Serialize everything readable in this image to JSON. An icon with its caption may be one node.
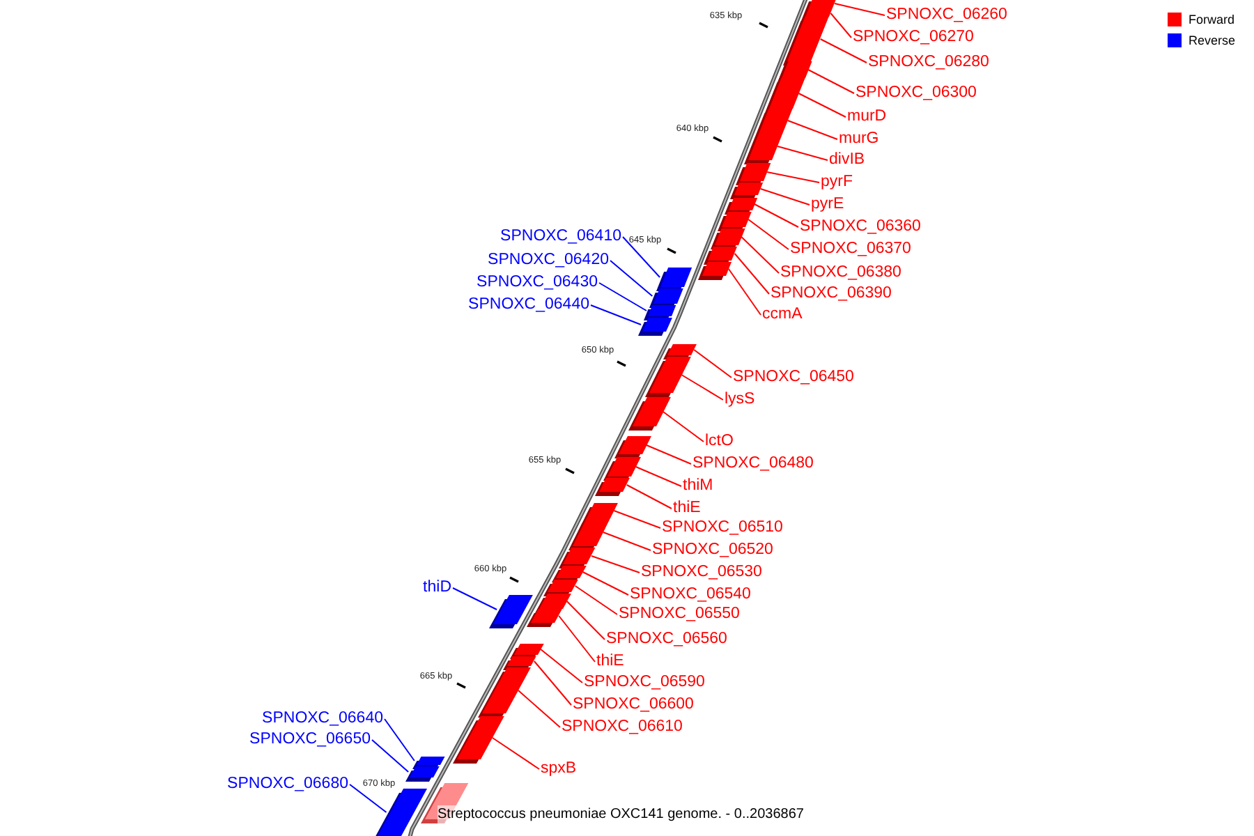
{
  "diagram": {
    "caption": "Streptococcus pneumoniae OXC141 genome. - 0..2036867",
    "nodes": [
      {
        "text": [
          "SPNOXC_06260"
        ]
      },
      {
        "text": [],
        "shape": "box"
      },
      {
        "text": [
          "SPNOXC_06270"
        ]
      },
      {
        "text": [],
        "shape": "box"
      },
      {
        "text": [
          "SPNOXC_06280"
        ]
      },
      {
        "text": [],
        "shape": "box"
      },
      {
        "text": [
          "SPNOXC_06300"
        ]
      },
      {
        "text": [],
        "shape": "box"
      },
      {
        "text": [
          "murD"
        ]
      },
      {
        "text": [],
        "shape": "box"
      },
      {
        "text": [
          "murG"
        ]
      },
      {
        "text": [],
        "shape": "box"
      },
      {
        "text": [
          "divIB"
        ]
      },
      {
        "text": [],
        "shape": "box"
      },
      {
        "text": [
          "pyrF"
        ]
      },
      {
        "text": [],
        "shape": "box"
      },
      {
        "text": [
          "pyrE"
        ]
      },
      {
        "text": [],
        "shape": "box"
      },
      {
        "text": [
          "SPNOXC_06360"
        ]
      },
      {
        "text": [],
        "shape": "box"
      },
      {
        "text": [
          "SPNOXC_06410"
        ]
      },
      {
        "text": [],
        "shape": "box"
      },
      {
        "text": [
          "SPNOXC_06370"
        ]
      },
      {
        "text": [],
        "shape": "box"
      },
      {
        "text": [
          "SPNOXC_06420"
        ]
      },
      {
        "text": [],
        "shape": "box"
      },
      {
        "text": [
          "SPNOXC_06380"
        ]
      },
      {
        "text": [],
        "shape": "box"
      },
      {
        "text": [
          "SPNOXC_06430"
        ]
      },
      {
        "text": [],
        "shape": "box"
      },
      {
        "text": [
          "SPNOXC_06390"
        ]
      },
      {
        "text": [],
        "shape": "box"
      },
      {
        "text": [
          "SPNOXC_06440"
        ]
      },
      {
        "text": [],
        "shape": "box"
      },
      {
        "text": [
          "ccmA"
        ]
      },
      {
        "text": [],
        "shape": "box"
      },
      {
        "text": [
          "SPNOXC_06450"
        ]
      },
      {
        "text": [],
        "shape": "box"
      },
      {
        "text": [
          "lysS"
        ]
      },
      {
        "text": [],
        "shape": "box"
      },
      {
        "text": [
          "lctO"
        ]
      },
      {
        "text": [],
        "shape": "box"
      },
      {
        "text": [
          "SPNOXC_06480"
        ]
      },
      {
        "text": [],
        "shape": "box"
      },
      {
        "text": [
          "thiM"
        ]
      },
      {
        "text": [],
        "shape": "box"
      },
      {
        "text": [
          "thiE"
        ]
      },
      {
        "text": [],
        "shape": "box"
      },
      {
        "text": [
          "SPNOXC_06510"
        ]
      },
      {
        "text": [],
        "shape": "box"
      },
      {
        "text": [
          "SPNOXC_06520"
        ]
      },
      {
        "text": [],
        "shape": "box"
      },
      {
        "text": [
          "SPNOXC_06530"
        ]
      },
      {
        "text": [],
        "shape": "box"
      },
      {
        "text": [
          "thiD"
        ]
      },
      {
        "text": [],
        "shape": "box"
      },
      {
        "text": [
          "SPNOXC_06540"
        ]
      },
      {
        "text": [],
        "shape": "box"
      },
      {
        "text": [
          "SPNOXC_06550"
        ]
      },
      {
        "text": [],
        "shape": "box"
      },
      {
        "text": [
          "SPNOXC_06560"
        ]
      },
      {
        "text": [],
        "shape": "box"
      },
      {
        "text": [
          "thiE"
        ]
      },
      {
        "text": [],
        "shape": "box"
      },
      {
        "text": [
          "SPNOXC_06590"
        ]
      },
      {
        "text": [],
        "shape": "box"
      },
      {
        "text": [
          "SPNOXC_06600"
        ]
      },
      {
        "text": [],
        "shape": "box"
      },
      {
        "text": [
          "SPNOXC_06640"
        ]
      },
      {
        "text": [],
        "shape": "box"
      },
      {
        "text": [
          "SPNOXC_06610"
        ]
      },
      {
        "text": [],
        "shape": "box"
      },
      {
        "text": [
          "SPNOXC_06650"
        ]
      },
      {
        "text": [],
        "shape": "box"
      },
      {
        "text": [
          "spxB"
        ]
      },
      {
        "text": [],
        "shape": "box"
      },
      {
        "text": [
          "SPNOXC_06680"
        ]
      },
      {
        "text": [],
        "shape": "box"
      },
      {
        "text": [],
        "shape": "box"
      }
    ],
    "edges": [
      {
        "from": 0,
        "to": 1,
        "arrow": "none"
      },
      {
        "from": 2,
        "to": 3,
        "arrow": "none"
      },
      {
        "from": 4,
        "to": 5,
        "arrow": "none"
      },
      {
        "from": 6,
        "to": 7,
        "arrow": "none"
      },
      {
        "from": 8,
        "to": 9,
        "arrow": "none"
      },
      {
        "from": 10,
        "to": 11,
        "arrow": "none"
      },
      {
        "from": 12,
        "to": 13,
        "arrow": "none"
      },
      {
        "from": 14,
        "to": 15,
        "arrow": "none"
      },
      {
        "from": 16,
        "to": 17,
        "arrow": "none"
      },
      {
        "from": 18,
        "to": 19,
        "arrow": "none"
      },
      {
        "from": 20,
        "to": 21,
        "arrow": "none",
        "color": "#0000ff"
      },
      {
        "from": 22,
        "to": 23,
        "arrow": "none"
      },
      {
        "from": 24,
        "to": 25,
        "arrow": "none",
        "color": "#0000ff"
      },
      {
        "from": 26,
        "to": 27,
        "arrow": "none"
      },
      {
        "from": 28,
        "to": 29,
        "arrow": "none",
        "color": "#0000ff"
      },
      {
        "from": 30,
        "to": 31,
        "arrow": "none"
      },
      {
        "from": 32,
        "to": 33,
        "arrow": "none",
        "color": "#0000ff"
      },
      {
        "from": 34,
        "to": 35,
        "arrow": "none"
      },
      {
        "from": 36,
        "to": 37,
        "arrow": "none"
      },
      {
        "from": 38,
        "to": 39,
        "arrow": "none"
      },
      {
        "from": 40,
        "to": 41,
        "arrow": "none"
      },
      {
        "from": 42,
        "to": 43,
        "arrow": "none"
      },
      {
        "from": 44,
        "to": 45,
        "arrow": "none"
      },
      {
        "from": 46,
        "to": 47,
        "arrow": "none"
      },
      {
        "from": 48,
        "to": 49,
        "arrow": "none"
      },
      {
        "from": 50,
        "to": 51,
        "arrow": "none"
      },
      {
        "from": 52,
        "to": 53,
        "arrow": "none"
      },
      {
        "from": 54,
        "to": 55,
        "arrow": "none",
        "color": "#0000ff"
      },
      {
        "from": 56,
        "to": 57,
        "arrow": "none"
      },
      {
        "from": 58,
        "to": 59,
        "arrow": "none"
      },
      {
        "from": 60,
        "to": 61,
        "arrow": "none"
      },
      {
        "from": 62,
        "to": 63,
        "arrow": "none"
      },
      {
        "from": 64,
        "to": 65,
        "arrow": "none"
      },
      {
        "from": 66,
        "to": 67,
        "arrow": "none"
      },
      {
        "from": 68,
        "to": 69,
        "arrow": "none",
        "color": "#0000ff"
      },
      {
        "from": 70,
        "to": 71,
        "arrow": "none"
      },
      {
        "from": 72,
        "to": 73,
        "arrow": "none",
        "color": "#0000ff"
      },
      {
        "from": 74,
        "to": 75,
        "arrow": "none"
      },
      {
        "from": 76,
        "to": 77,
        "arrow": "none",
        "color": "#0000ff"
      }
    ],
    "labels": [
      "635 kbp",
      "640 kbp",
      "645 kbp",
      "650 kbp",
      "655 kbp",
      "660 kbp",
      "665 kbp",
      "670 kbp"
    ],
    "legend": [
      {
        "text": "Forward",
        "color": "#ff0000"
      },
      {
        "text": "Reverse",
        "color": "#0000ff"
      }
    ]
  }
}
